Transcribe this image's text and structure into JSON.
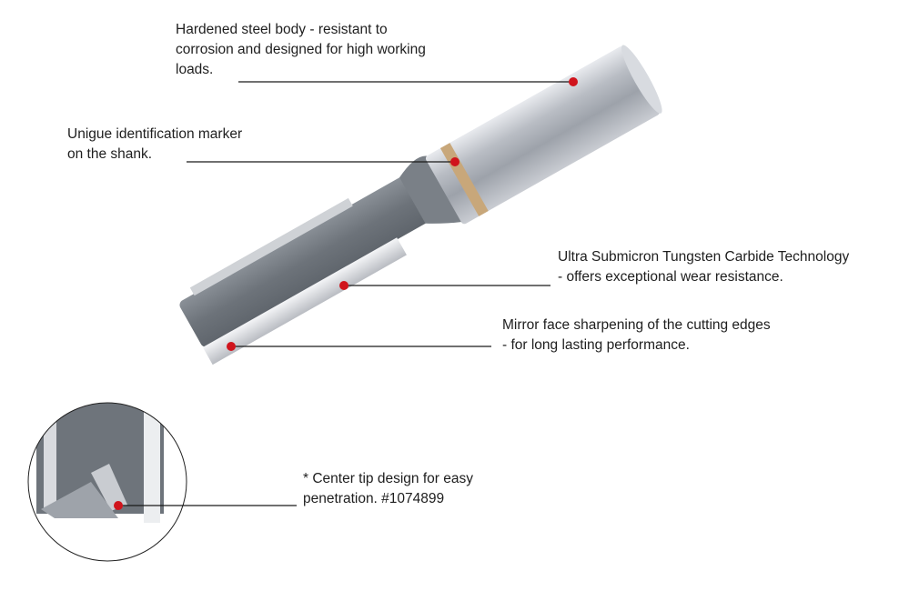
{
  "callouts": {
    "body": {
      "lines": [
        "Hardened steel body - resistant to",
        "corrosion and designed for high working",
        "loads."
      ]
    },
    "marker": {
      "lines": [
        "Unigue identification marker",
        "on the shank."
      ]
    },
    "carbide": {
      "lines": [
        "Ultra Submicron Tungsten Carbide Technology",
        "- offers exceptional wear resistance."
      ]
    },
    "mirror": {
      "lines": [
        "Mirror face sharpening of the cutting edges",
        "- for long lasting performance."
      ]
    },
    "tip": {
      "lines": [
        "* Center tip design for easy",
        "penetration. #1074899"
      ]
    }
  },
  "colors": {
    "dot": "#d0141c",
    "leader": "#1a1a1a",
    "ring": "#c8a77a"
  }
}
